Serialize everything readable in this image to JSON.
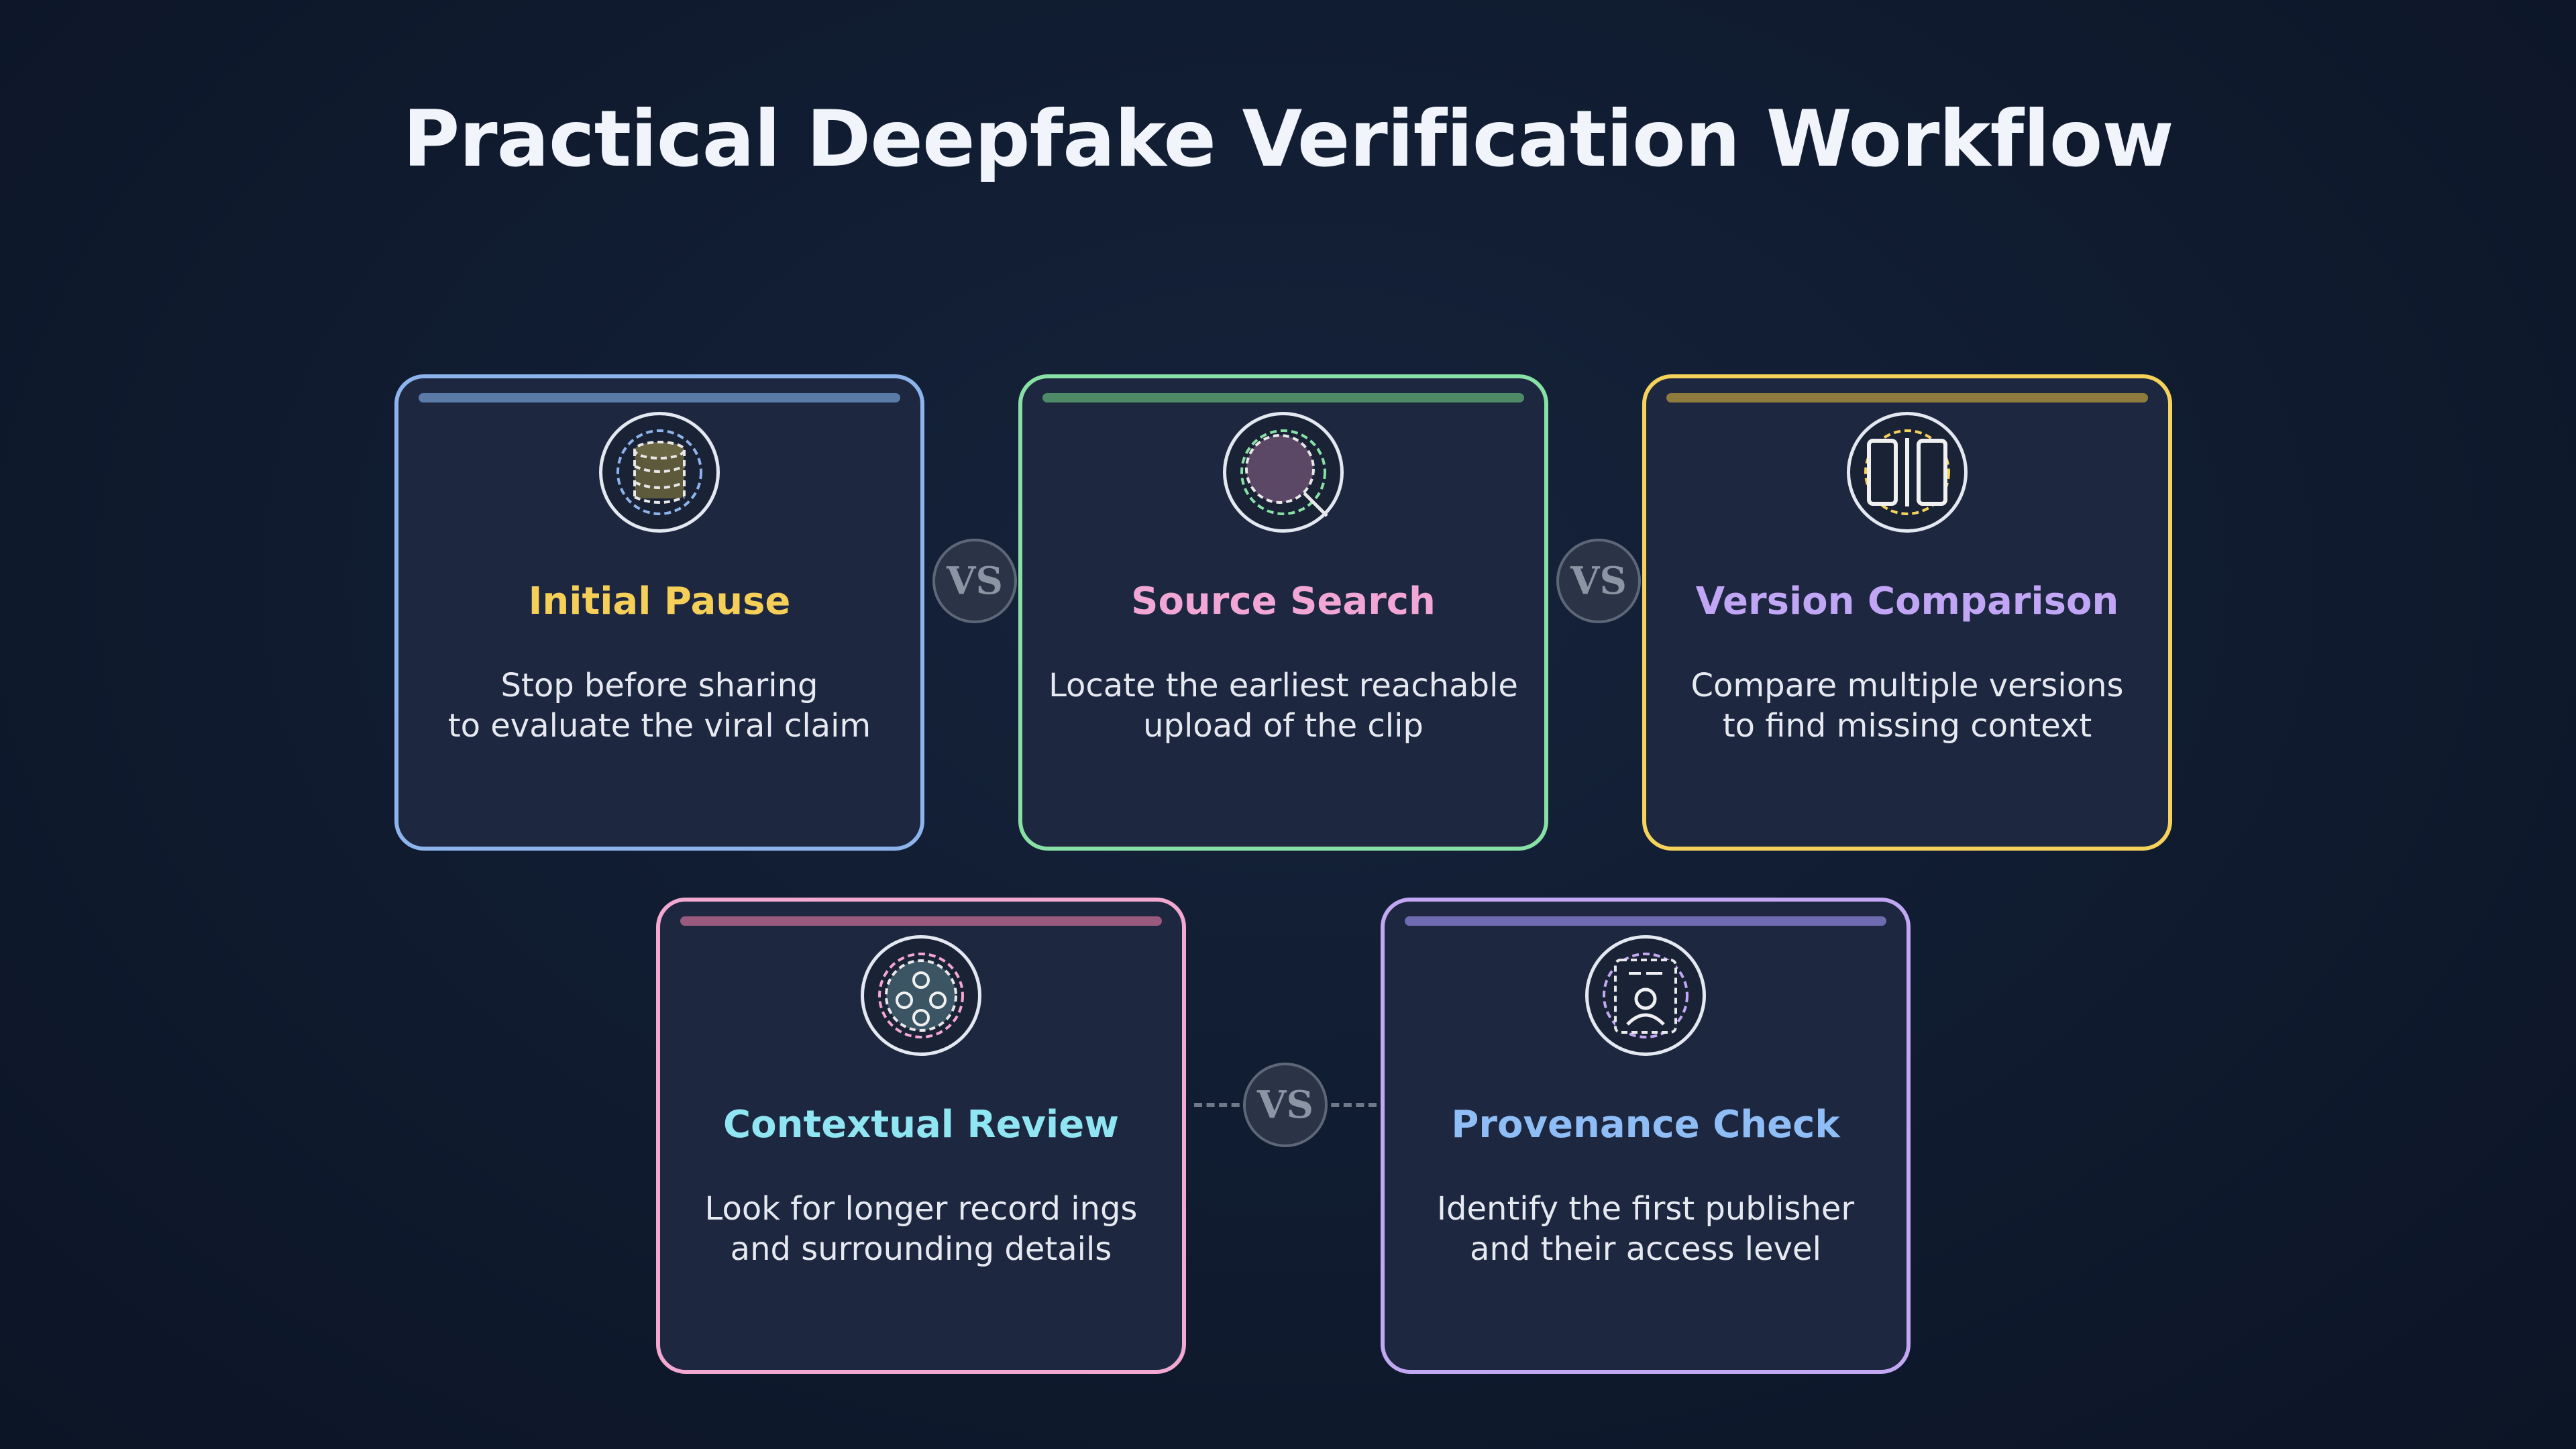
{
  "title": "Practical Deepfake Verification Workflow",
  "vs_label": "VS",
  "steps": [
    {
      "title": "Initial Pause",
      "desc_line1": "Stop before sharing",
      "desc_line2": "to evaluate the viral claim",
      "icon": "database-icon",
      "border_color": "#8db4ec",
      "bar_color": "#5a7aa8",
      "title_color": "#f5cf57"
    },
    {
      "title": "Source Search",
      "desc_line1": "Locate the earliest reachable",
      "desc_line2": "upload of the clip",
      "icon": "magnifier-icon",
      "border_color": "#88e1a4",
      "bar_color": "#4f8a67",
      "title_color": "#f2a6d6"
    },
    {
      "title": "Version Comparison",
      "desc_line1": "Compare multiple versions",
      "desc_line2": "to find missing context",
      "icon": "compare-columns-icon",
      "border_color": "#f5d25a",
      "bar_color": "#8f7b3e",
      "title_color": "#c1a6f6"
    },
    {
      "title": "Contextual Review",
      "desc_line1": "Look for longer record ings",
      "desc_line2": "and surrounding details",
      "icon": "network-nodes-icon",
      "border_color": "#f2a8d0",
      "bar_color": "#9a5a7e",
      "title_color": "#8fe6f2"
    },
    {
      "title": "Provenance Check",
      "desc_line1": "Identify the first publisher",
      "desc_line2": "and their access level",
      "icon": "id-badge-icon",
      "border_color": "#c2a8f2",
      "bar_color": "#6e6bb0",
      "title_color": "#8fbdf6"
    }
  ]
}
